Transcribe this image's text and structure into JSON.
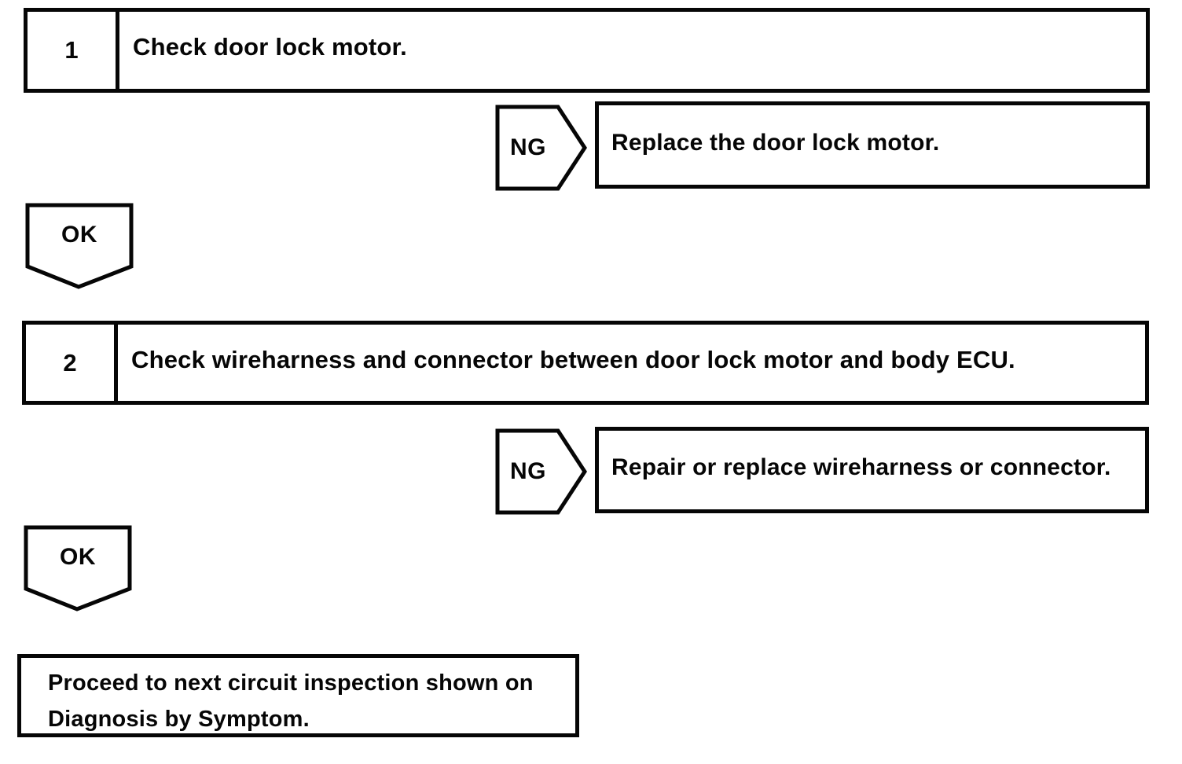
{
  "flowchart": {
    "steps": [
      {
        "number": "1",
        "instruction": "Check door lock motor.",
        "ng_label": "NG",
        "ng_action": "Replace the door lock motor.",
        "ok_label": "OK"
      },
      {
        "number": "2",
        "instruction": "Check wireharness and connector between door lock motor and body ECU.",
        "ng_label": "NG",
        "ng_action": "Repair or replace wireharness or connector.",
        "ok_label": "OK"
      }
    ],
    "final": {
      "line1": "Proceed to next circuit inspection shown on",
      "line2": "Diagnosis by Symptom."
    },
    "colors": {
      "line": "#060606",
      "background": "#ffffff"
    }
  }
}
